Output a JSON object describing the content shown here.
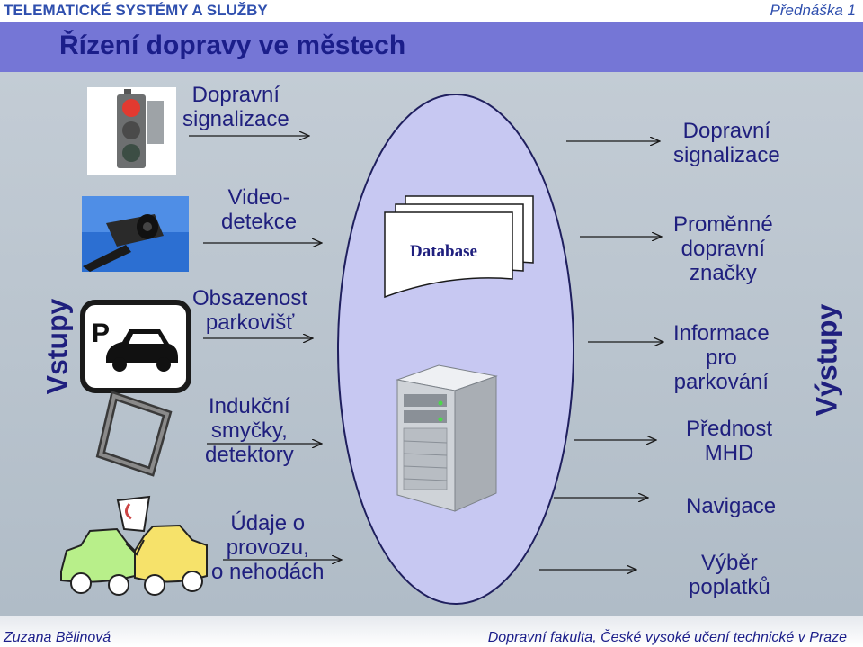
{
  "header": {
    "course": "TELEMATICKÉ SYSTÉMY A SLUŽBY",
    "lecture": "Přednáška 1",
    "title": "Řízení dopravy ve městech"
  },
  "diagram": {
    "left_axis_label": "Vstupy",
    "right_axis_label": "Výstupy",
    "center_label": "Database",
    "inputs": [
      "Dopravní\nsignalizace",
      "Video-\ndetekce",
      "Obsazenost\nparkovišť",
      "Indukční\nsmyčky,\ndetektory",
      "Údaje o\nprovozu,\no nehodách"
    ],
    "outputs": [
      "Dopravní\nsignalizace",
      "Proměnné\ndopravní\nznačky",
      "Informace\npro\nparkování",
      "Přednost\nMHD",
      "Navigace",
      "Výběr\npoplatků"
    ],
    "parking_sign_letter": "P",
    "icons": [
      "traffic-light-icon",
      "camera-icon",
      "parking-sign-icon",
      "induction-loop-icon",
      "car-crash-icon",
      "server-icon",
      "document-stack-icon"
    ],
    "colors": {
      "text": "#1f1f7e",
      "ellipse": "#c7c8f2",
      "title_band": "#7576d6"
    }
  },
  "footer": {
    "author": "Zuzana Bělinová",
    "faculty": "Dopravní fakulta, České vysoké učení technické v Praze"
  }
}
